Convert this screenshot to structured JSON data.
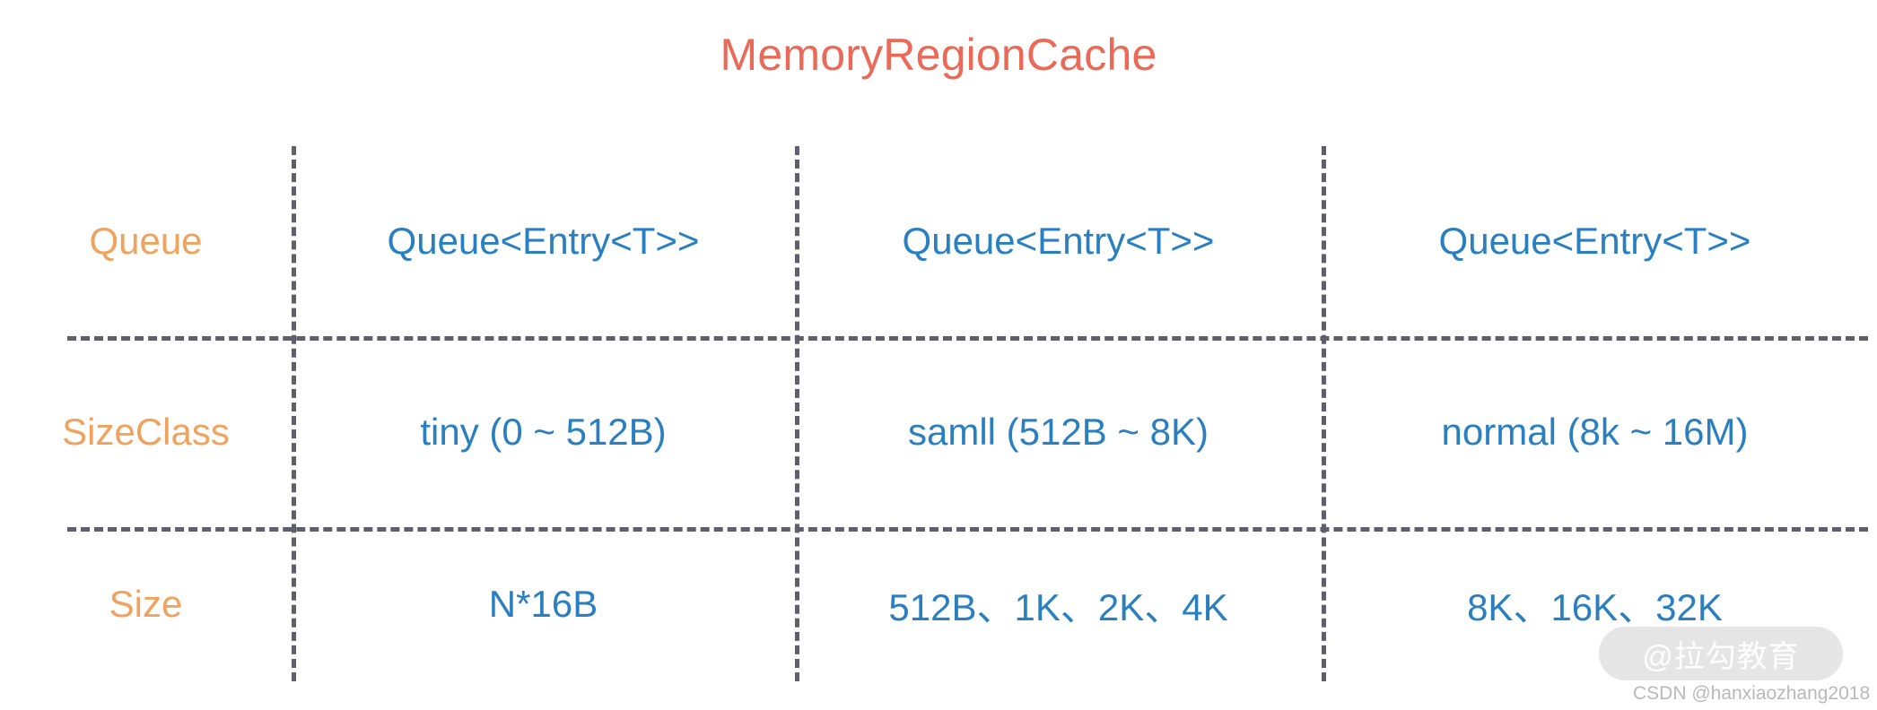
{
  "title": "MemoryRegionCache",
  "colors": {
    "title": "#ea6a57",
    "row_label": "#f0a35e",
    "value": "#2a7fc1",
    "grid": "#5f5f6b",
    "background": "#ffffff"
  },
  "table": {
    "rows": [
      {
        "label": "Queue",
        "cells": [
          "Queue<Entry<T>>",
          "Queue<Entry<T>>",
          "Queue<Entry<T>>"
        ]
      },
      {
        "label": "SizeClass",
        "cells": [
          "tiny (0 ~ 512B)",
          "samll (512B ~ 8K)",
          "normal (8k ~ 16M)"
        ]
      },
      {
        "label": "Size",
        "cells": [
          "N*16B",
          "512B、1K、2K、4K",
          "8K、16K、32K"
        ]
      }
    ]
  },
  "watermark": {
    "badge": "@拉勾教育",
    "credit": "CSDN @hanxiaozhang2018"
  }
}
